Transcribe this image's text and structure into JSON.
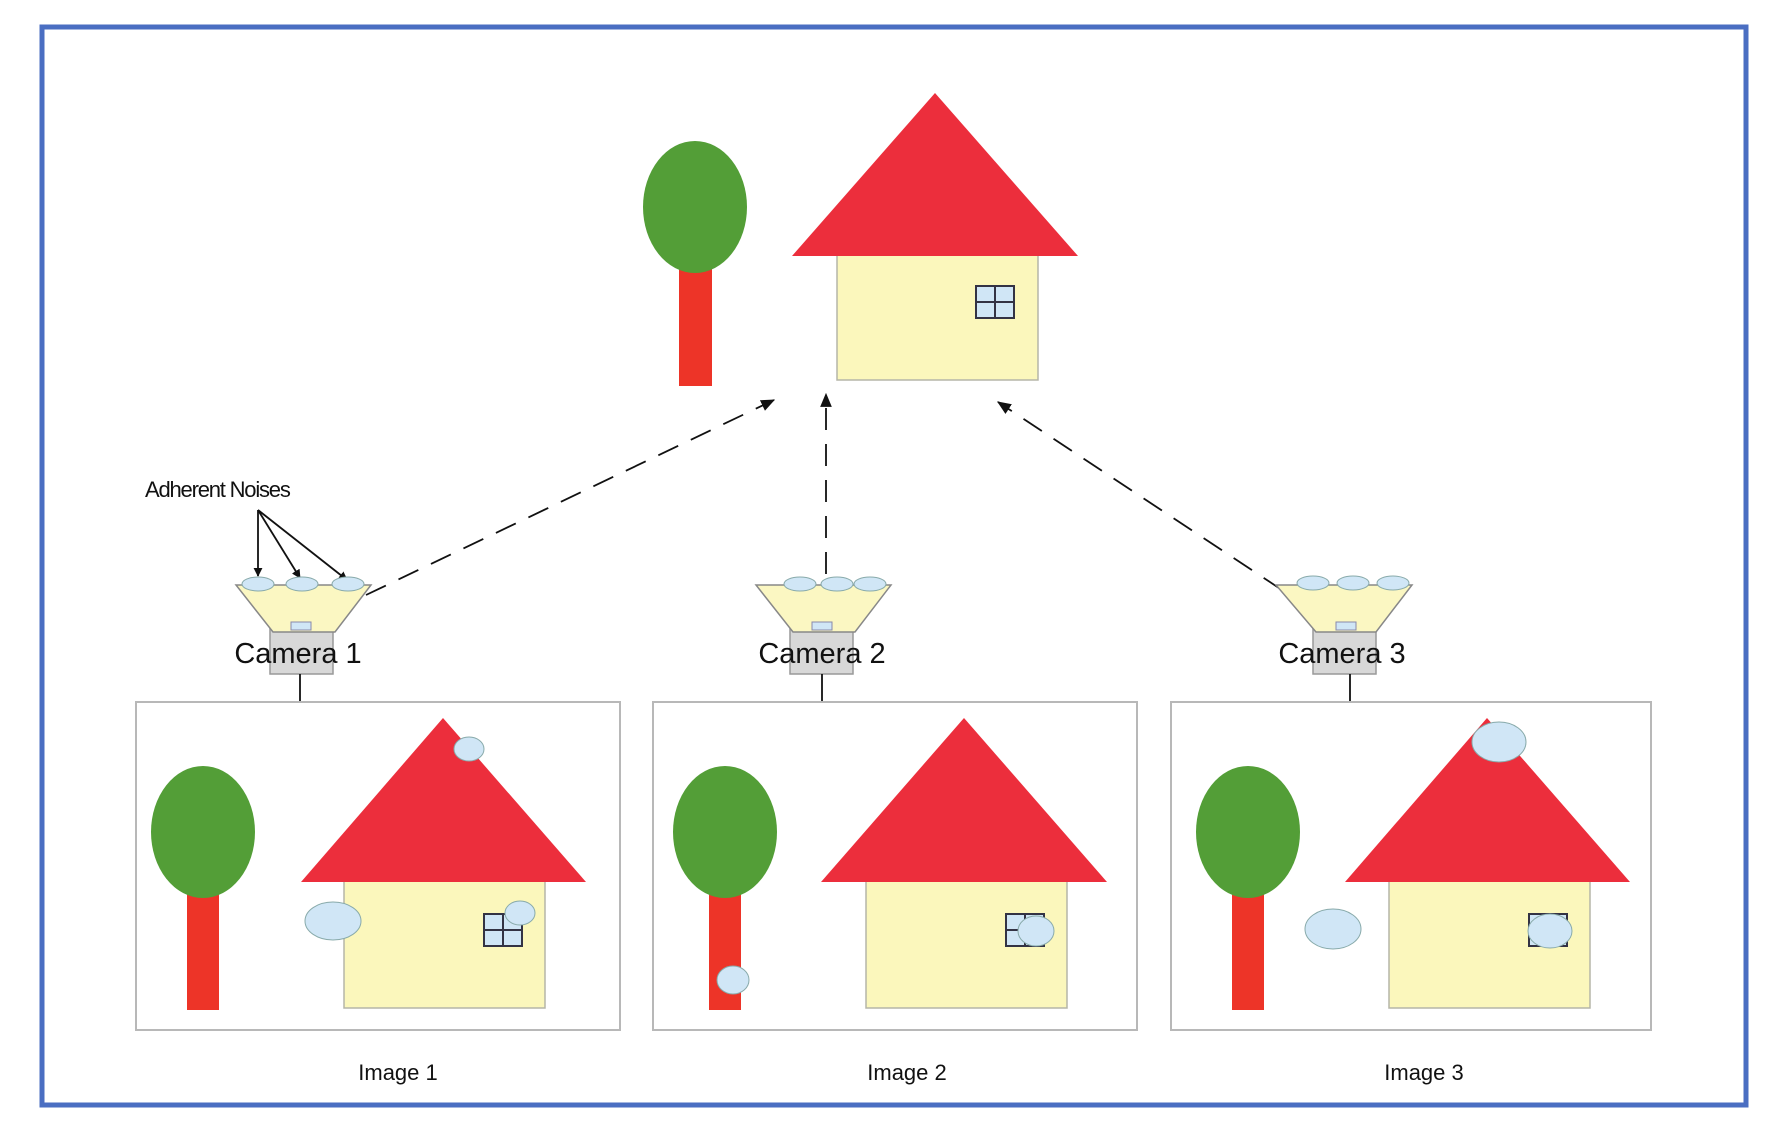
{
  "labels": {
    "adherent_noises": "Adherent Noises",
    "cameras": [
      "Camera 1",
      "Camera 2",
      "Camera 3"
    ],
    "images": [
      "Image 1",
      "Image 2",
      "Image 3"
    ]
  },
  "colors": {
    "frame_border": "#4a6ec2",
    "roof": "#ec2e3c",
    "wall": "#fbf7bc",
    "foliage": "#539e37",
    "trunk": "#ed3428",
    "window": "#d0e6f6",
    "noise_drop": "#d0e6f6",
    "lens": "#fbf7c2",
    "camera_body": "#d8d8d8"
  }
}
